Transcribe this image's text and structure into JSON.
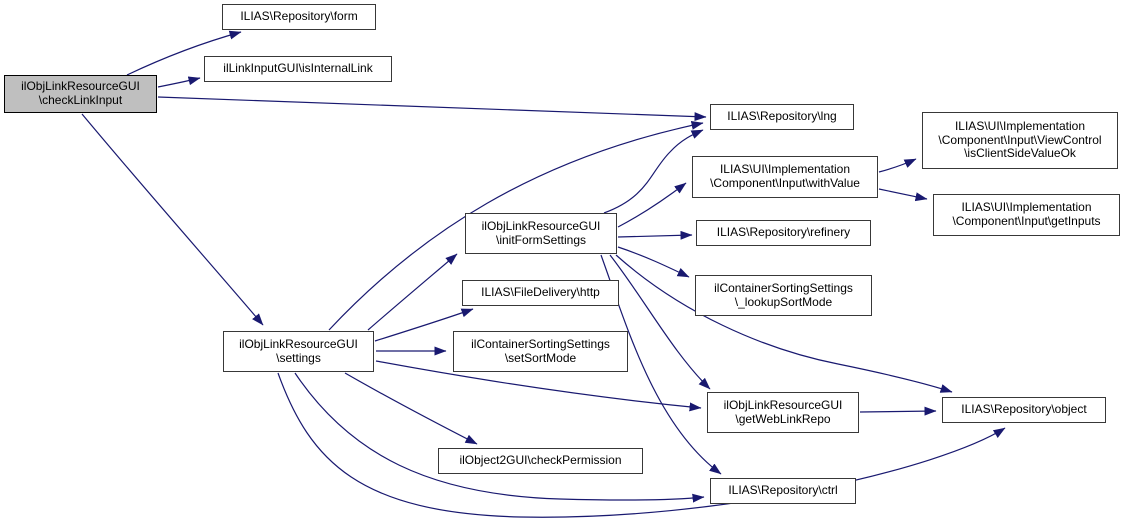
{
  "graph": {
    "type": "call-graph",
    "colors": {
      "edge": "#191970",
      "node_border": "#383838",
      "node_fill": "#ffffff",
      "highlighted_node_fill": "#bfbfbf",
      "text": "#000000",
      "background": "#ffffff"
    },
    "nodes": {
      "checkLinkInput": {
        "label": "ilObjLinkResourceGUI\n\\checkLinkInput",
        "highlighted": true
      },
      "form": {
        "label": "ILIAS\\Repository\\form",
        "highlighted": false
      },
      "isInternalLink": {
        "label": "ilLinkInputGUI\\isInternalLink",
        "highlighted": false
      },
      "lng": {
        "label": "ILIAS\\Repository\\lng",
        "highlighted": false
      },
      "withValue": {
        "label": "ILIAS\\UI\\Implementation\n\\Component\\Input\\withValue",
        "highlighted": false
      },
      "isClientSideValueOk": {
        "label": "ILIAS\\UI\\Implementation\n\\Component\\Input\\ViewControl\n\\isClientSideValueOk",
        "highlighted": false
      },
      "getInputs": {
        "label": "ILIAS\\UI\\Implementation\n\\Component\\Input\\getInputs",
        "highlighted": false
      },
      "initFormSettings": {
        "label": "ilObjLinkResourceGUI\n\\initFormSettings",
        "highlighted": false
      },
      "refinery": {
        "label": "ILIAS\\Repository\\refinery",
        "highlighted": false
      },
      "lookupSortMode": {
        "label": "ilContainerSortingSettings\n\\_lookupSortMode",
        "highlighted": false
      },
      "http": {
        "label": "ILIAS\\FileDelivery\\http",
        "highlighted": false
      },
      "settings": {
        "label": "ilObjLinkResourceGUI\n\\settings",
        "highlighted": false
      },
      "setSortMode": {
        "label": "ilContainerSortingSettings\n\\setSortMode",
        "highlighted": false
      },
      "getWebLinkRepo": {
        "label": "ilObjLinkResourceGUI\n\\getWebLinkRepo",
        "highlighted": false
      },
      "object": {
        "label": "ILIAS\\Repository\\object",
        "highlighted": false
      },
      "checkPermission": {
        "label": "ilObject2GUI\\checkPermission",
        "highlighted": false
      },
      "ctrl": {
        "label": "ILIAS\\Repository\\ctrl",
        "highlighted": false
      }
    },
    "edges": [
      {
        "from": "checkLinkInput",
        "to": "form"
      },
      {
        "from": "checkLinkInput",
        "to": "isInternalLink"
      },
      {
        "from": "checkLinkInput",
        "to": "lng"
      },
      {
        "from": "checkLinkInput",
        "to": "settings"
      },
      {
        "from": "settings",
        "to": "initFormSettings"
      },
      {
        "from": "settings",
        "to": "lng"
      },
      {
        "from": "settings",
        "to": "http"
      },
      {
        "from": "settings",
        "to": "setSortMode"
      },
      {
        "from": "settings",
        "to": "getWebLinkRepo"
      },
      {
        "from": "settings",
        "to": "checkPermission"
      },
      {
        "from": "settings",
        "to": "ctrl"
      },
      {
        "from": "settings",
        "to": "object"
      },
      {
        "from": "initFormSettings",
        "to": "lng"
      },
      {
        "from": "initFormSettings",
        "to": "withValue"
      },
      {
        "from": "initFormSettings",
        "to": "refinery"
      },
      {
        "from": "initFormSettings",
        "to": "lookupSortMode"
      },
      {
        "from": "initFormSettings",
        "to": "getWebLinkRepo"
      },
      {
        "from": "initFormSettings",
        "to": "ctrl"
      },
      {
        "from": "initFormSettings",
        "to": "object"
      },
      {
        "from": "withValue",
        "to": "isClientSideValueOk"
      },
      {
        "from": "withValue",
        "to": "getInputs"
      },
      {
        "from": "getWebLinkRepo",
        "to": "object"
      }
    ]
  }
}
